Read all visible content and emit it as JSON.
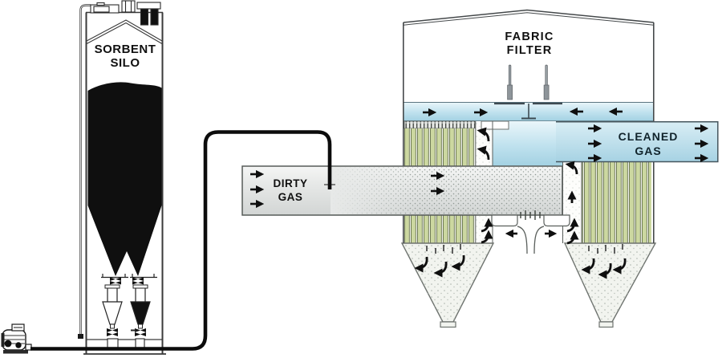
{
  "labels": {
    "sorbent_silo": {
      "line1": "SORBENT",
      "line2": "SILO"
    },
    "fabric_filter": {
      "line1": "FABRIC",
      "line2": "FILTER"
    },
    "dirty_gas": {
      "line1": "DIRTY",
      "line2": "GAS"
    },
    "cleaned_gas": {
      "line1": "CLEANED",
      "line2": "GAS"
    }
  },
  "colors": {
    "sorbent_black": "#0f0f0f",
    "outline": "#45494b",
    "clean_gas_light": "#d9eef5",
    "clean_gas_dark": "#a6d2e3",
    "dirty_duct_light": "#f5f6f5",
    "dirty_duct_dark": "#d2d5d4",
    "bag_fill": "#ccd8a0",
    "bag_edge": "#6d7a52",
    "hopper_fill": "#f2f4ef",
    "speckle": "#a9b2a9",
    "arrow_black": "#0f0f0f"
  },
  "icons": {
    "flow_arrow_right": "black arrow pointing right (gas flow)",
    "flow_arrow_left": "black arrow pointing left (gas flow)",
    "flow_arrow_up": "black arrow pointing up (gas rising)",
    "curved_flow_arrow": "black curved hook arrow (gas turning)",
    "falling_dust_arrow": "black curved arrow (dust falling into hopper)"
  }
}
